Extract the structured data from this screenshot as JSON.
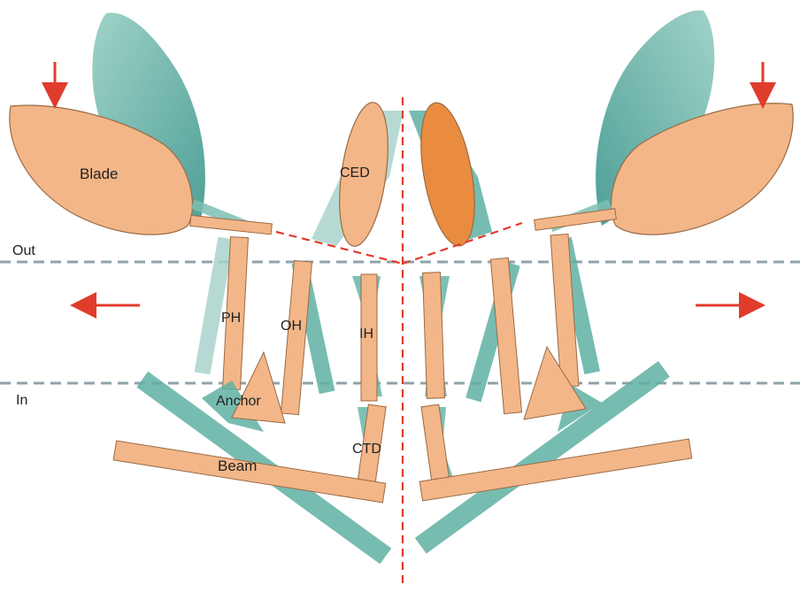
{
  "labels": {
    "blade": "Blade",
    "ced": "CED",
    "out": "Out",
    "in": "In",
    "ph": "PH",
    "oh": "OH",
    "ih": "IH",
    "anchor": "Anchor",
    "ctd": "CTD",
    "beam": "Beam"
  },
  "colors": {
    "orange_fill": "#f3b688",
    "orange_stroke": "#9a6a44",
    "dark_orange": "#e98c3f",
    "teal": "#5fb0a3",
    "teal_light": "#a9d4cb",
    "guide_line": "#8fa3a8",
    "red": "#e03c2c"
  }
}
